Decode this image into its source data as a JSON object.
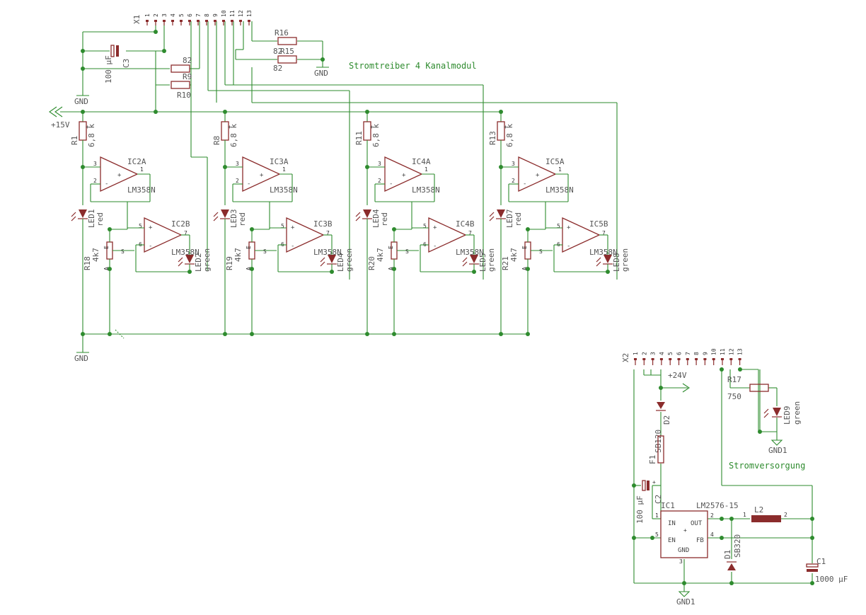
{
  "notes": {
    "module_title": "Stromtreiber 4 Kanalmodul",
    "power_title": "Stromversorgung"
  },
  "supply": {
    "v15": "+15V",
    "v24": "+24V",
    "gnd": "GND",
    "gnd1": "GND1"
  },
  "connector_x1": {
    "name": "X1",
    "pins": [
      "1",
      "2",
      "3",
      "4",
      "5",
      "6",
      "7",
      "8",
      "9",
      "10",
      "11",
      "12",
      "13"
    ]
  },
  "connector_x2": {
    "name": "X2",
    "pins": [
      "1",
      "2",
      "3",
      "4",
      "5",
      "6",
      "7",
      "8",
      "9",
      "10",
      "11",
      "12",
      "13"
    ]
  },
  "passives": {
    "c3_name": "C3",
    "c3_value": "100 µF",
    "r16": "R16",
    "r15": "R15",
    "r15_value": "82",
    "r16_value": "82",
    "r9_value": "82",
    "r9": "R9",
    "r10": "R10",
    "c2_name": "C2",
    "c2_value": "100 µF",
    "c1_name": "C1",
    "c1_value": "1000 µF",
    "r17": "R17",
    "r17_value": "750",
    "f1": "F1",
    "l2": "L2"
  },
  "channels": [
    {
      "r_top": "R1",
      "r_top_val": "6,8 k",
      "opa": "IC2A",
      "opa_type": "LM358N",
      "led_red": "LED1",
      "led_red_col": "red",
      "pot": "R18",
      "pot_val": "4k7",
      "opb": "IC2B",
      "opb_type": "LM358N",
      "led_green": "LED2",
      "led_green_col": "green"
    },
    {
      "r_top": "R8",
      "r_top_val": "6,8 k",
      "opa": "IC3A",
      "opa_type": "LM358N",
      "led_red": "LED3",
      "led_red_col": "red",
      "pot": "R19",
      "pot_val": "4k7",
      "opb": "IC3B",
      "opb_type": "LM358N",
      "led_green": "LED4",
      "led_green_col": "green"
    },
    {
      "r_top": "R11",
      "r_top_val": "6,8 k",
      "opa": "IC4A",
      "opa_type": "LM358N",
      "led_red": "LED4",
      "led_red_col": "red",
      "pot": "R20",
      "pot_val": "4k7",
      "opb": "IC4B",
      "opb_type": "LM358N",
      "led_green": "LED5",
      "led_green_col": "green"
    },
    {
      "r_top": "R13",
      "r_top_val": "6,8 k",
      "opa": "IC5A",
      "opa_type": "LM358N",
      "led_red": "LED7",
      "led_red_col": "red",
      "pot": "R21",
      "pot_val": "4k7",
      "opb": "IC5B",
      "opb_type": "LM358N",
      "led_green": "LED8",
      "led_green_col": "green"
    }
  ],
  "power": {
    "ic_name": "IC1",
    "ic_type": "LM2576-15",
    "pin_in": "IN",
    "pin_out": "OUT",
    "pin_en": "EN",
    "pin_fb": "FB",
    "pin_gnd": "GND",
    "d2_name": "D2",
    "d2_type": "SB120",
    "d1_name": "D1",
    "d1_type": "SB320",
    "led9": "LED9",
    "led9_col": "green"
  },
  "pin_numbers": {
    "p1": "1",
    "p2": "2",
    "p3": "3",
    "p4": "4",
    "p5": "5",
    "p6": "6",
    "p7": "7"
  },
  "opamp_signs": {
    "plus": "+",
    "minus": "-"
  },
  "pot_letters": {
    "e": "E",
    "a": "A",
    "s": "S"
  },
  "colors": {
    "wire": "#2e8b2e",
    "part": "#8b2c2c",
    "text": "#555555"
  }
}
